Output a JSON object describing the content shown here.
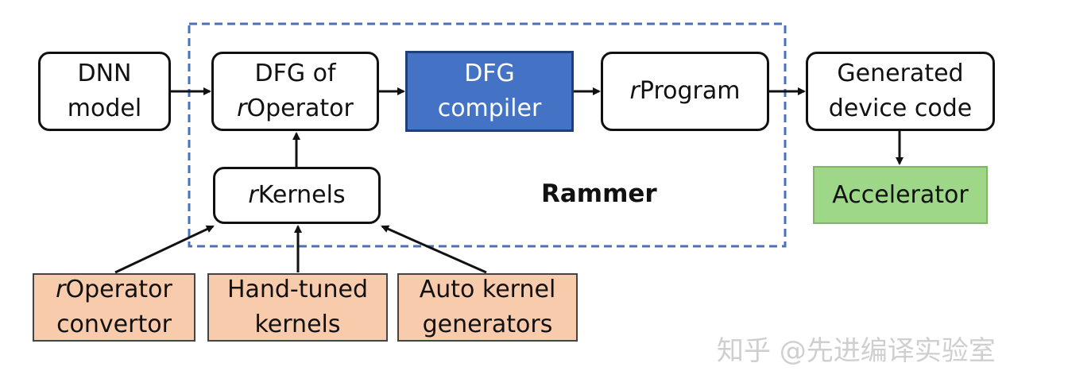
{
  "diagram": {
    "region_label": "Rammer",
    "nodes": {
      "dnn_model": {
        "lines": [
          "DNN",
          "model"
        ]
      },
      "dfg_of_roperator": {
        "line1": "DFG of",
        "line2_prefix": "r",
        "line2_rest": "Operator"
      },
      "dfg_compiler": {
        "lines": [
          "DFG",
          "compiler"
        ]
      },
      "rprogram": {
        "prefix": "r",
        "rest": "Program"
      },
      "generated_device_code": {
        "lines": [
          "Generated",
          "device code"
        ]
      },
      "accelerator": {
        "label": "Accelerator"
      },
      "rkernels": {
        "prefix": "r",
        "rest": "Kernels"
      },
      "roperator_convertor": {
        "line1_prefix": "r",
        "line1_rest": "Operator",
        "line2": "convertor"
      },
      "hand_tuned_kernels": {
        "lines": [
          "Hand-tuned",
          "kernels"
        ]
      },
      "auto_kernel_generators": {
        "lines": [
          "Auto kernel",
          "generators"
        ]
      }
    },
    "colors": {
      "compiler_fill": "#4472c4",
      "accelerator_fill": "#9ed788",
      "source_fill": "#f8cbad",
      "region_border": "#4a72b8"
    }
  },
  "watermark": "知乎 @先进编译实验室"
}
